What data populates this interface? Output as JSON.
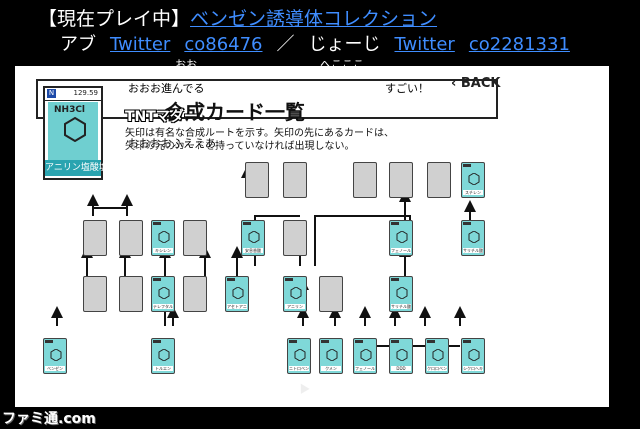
{
  "header": {
    "prefix": "【現在プレイ中】",
    "game_title": "ベンゼン誘導体コレクション",
    "credit_label1": "アブ",
    "twitter1": "Twitter",
    "community1": "co86476",
    "separator": "／",
    "credit_label2": "じょーじ",
    "twitter2": "Twitter",
    "community2": "co2281331"
  },
  "game": {
    "selected_card": {
      "number_badge": "N",
      "weight": "129.59",
      "formula": "NH3Cl",
      "name": "アニリン塩酸塩"
    },
    "title": "合成カード一覧",
    "subtitle_line1": "矢印は有名な合成ルートを示す。矢印の先にあるカードは、",
    "subtitle_line2": "矢印の元のカードを持っていなければ出現しない。",
    "back_label": "BACK"
  },
  "comments": [
    {
      "text": "おお",
      "style": "top"
    },
    {
      "text": "へこここ",
      "style": "top"
    },
    {
      "text": "おおお進んでる",
      "style": "normal"
    },
    {
      "text": "すごい！",
      "style": "normal"
    },
    {
      "text": "TNTマダー",
      "style": "big"
    },
    {
      "text": "おおおおふええあ",
      "style": "normal"
    }
  ],
  "cards": [
    {
      "name": "ベンゼン",
      "color": "teal"
    },
    {
      "name": "トルエン",
      "color": "teal"
    },
    {
      "name": "ニトロベンゼン",
      "color": "teal"
    },
    {
      "name": "クメン",
      "color": "teal"
    },
    {
      "name": "フェノール",
      "color": "teal"
    },
    {
      "name": "DDD",
      "color": "teal"
    },
    {
      "name": "クロロベンゼン",
      "color": "teal"
    },
    {
      "name": "シクロヘキサン",
      "color": "teal"
    },
    {
      "name": "キシレン",
      "color": "teal"
    },
    {
      "name": "アニリン",
      "color": "teal"
    },
    {
      "name": "サリチル酸",
      "color": "teal"
    },
    {
      "name": "安息香酸",
      "color": "teal"
    },
    {
      "name": "テレフタル酸",
      "color": "teal"
    },
    {
      "name": "アセトアニリド",
      "color": "yellow"
    },
    {
      "name": "サリチル酸メチル",
      "color": "teal"
    },
    {
      "name": "スチレン",
      "color": "teal"
    }
  ],
  "watermark": "ファミ通.com",
  "colors": {
    "teal_card": "#7fd8d8",
    "gray_card": "#d0d0d0",
    "link_blue": "#3f8dff"
  }
}
